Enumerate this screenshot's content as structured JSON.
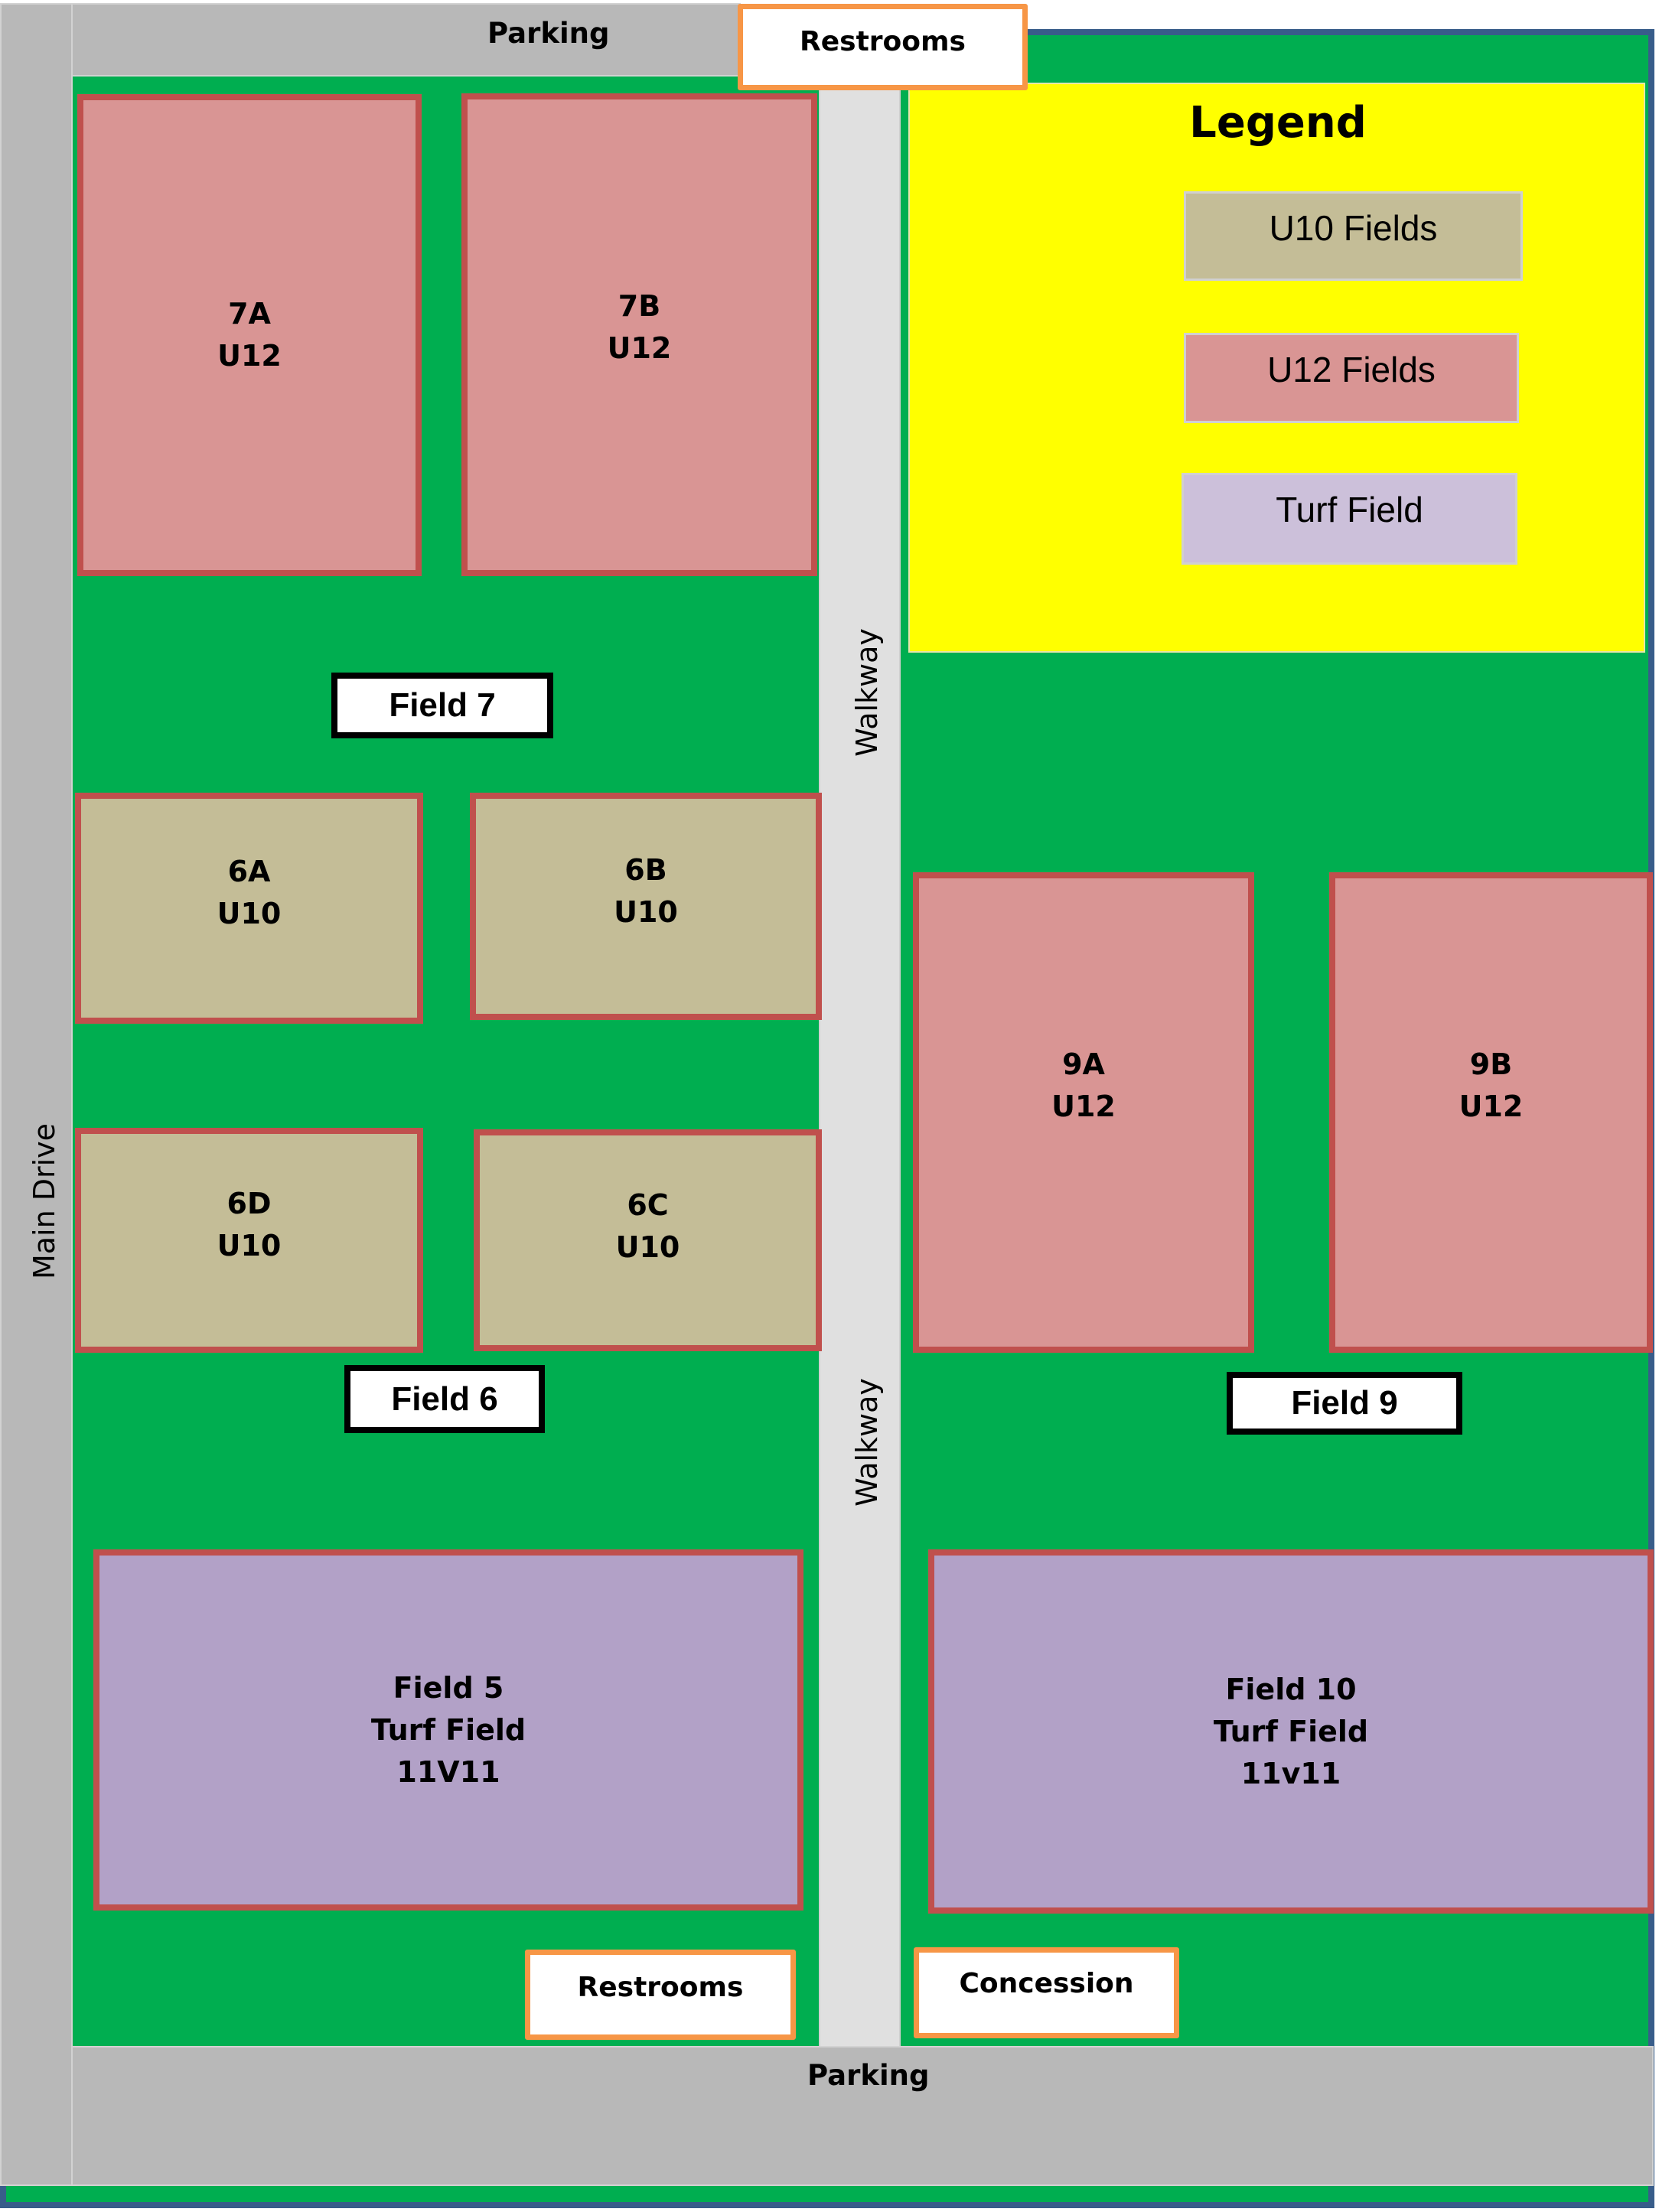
{
  "map": {
    "roads": {
      "parking_top": "Parking",
      "parking_bottom": "Parking",
      "main_drive": "Main Drive",
      "walkway_upper": "Walkway",
      "walkway_lower": "Walkway"
    },
    "facilities": {
      "restrooms_top": "Restrooms",
      "restrooms_bottom": "Restrooms",
      "concession": "Concession"
    },
    "fields": {
      "f7a": {
        "name": "7A",
        "age": "U12"
      },
      "f7b": {
        "name": "7B",
        "age": "U12"
      },
      "f6a": {
        "name": "6A",
        "age": "U10"
      },
      "f6b": {
        "name": "6B",
        "age": "U10"
      },
      "f6d": {
        "name": "6D",
        "age": "U10"
      },
      "f6c": {
        "name": "6C",
        "age": "U10"
      },
      "f9a": {
        "name": "9A",
        "age": "U12"
      },
      "f9b": {
        "name": "9B",
        "age": "U12"
      },
      "f5": {
        "name": "Field 5",
        "type": "Turf Field",
        "format": "11V11"
      },
      "f10": {
        "name": "Field 10",
        "type": "Turf Field",
        "format": "11v11"
      }
    },
    "field_labels": {
      "field7": "Field 7",
      "field6": "Field 6",
      "field9": "Field 9"
    },
    "legend": {
      "title": "Legend",
      "items": [
        {
          "label": "U10 Fields",
          "color": "#C4BD97"
        },
        {
          "label": "U12 Fields",
          "color": "#D99594"
        },
        {
          "label": "Turf Field",
          "color": "#CCC0DA"
        }
      ]
    },
    "colors": {
      "grass": "#00AE50",
      "u12": "#D99594",
      "u10": "#C4BD97",
      "turf": "#B2A1C7",
      "field_border": "#C0504D",
      "legend_bg": "#FFFF00",
      "parking": "#B8B8B8",
      "walkway": "#E0E0E0",
      "facility_border": "#F79646",
      "outline": "#385D8A"
    }
  }
}
